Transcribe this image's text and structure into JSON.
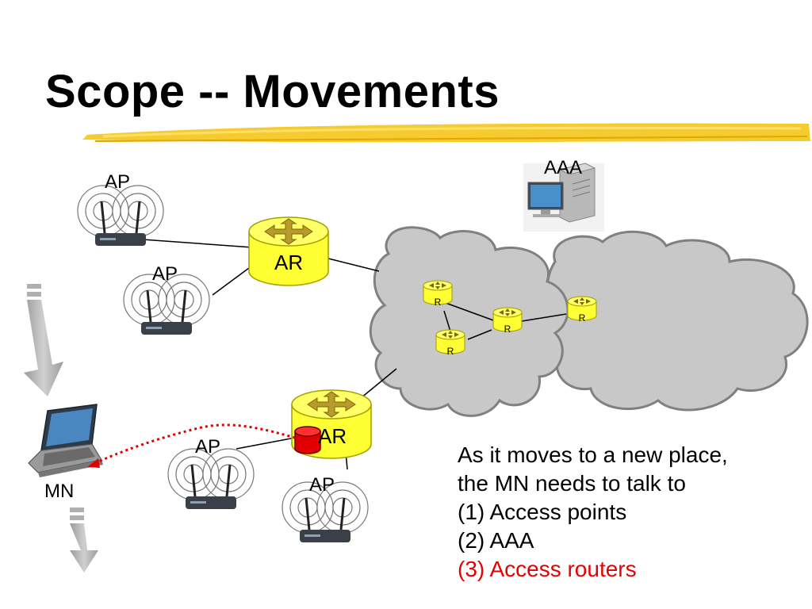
{
  "title": "Scope -- Movements",
  "labels": {
    "ap": "AP",
    "ar": "AR",
    "r": "R",
    "aaa": "AAA",
    "mn": "MN"
  },
  "description": {
    "line1": "As it moves to a new place,",
    "line2": "the MN needs to talk to",
    "line3": "(1) Access points",
    "line4": "(2) AAA",
    "line5": "(3) Access routers"
  },
  "colors": {
    "router_fill": "#ffff33",
    "cloud_fill": "#c8c8c8",
    "highlight_red": "#e60000",
    "stroke_yellow": "#f5c518"
  },
  "icons": [
    "wireless-ap-icon",
    "router-icon",
    "server-icon",
    "laptop-icon",
    "arrow-down-icon",
    "cloud-icon"
  ]
}
